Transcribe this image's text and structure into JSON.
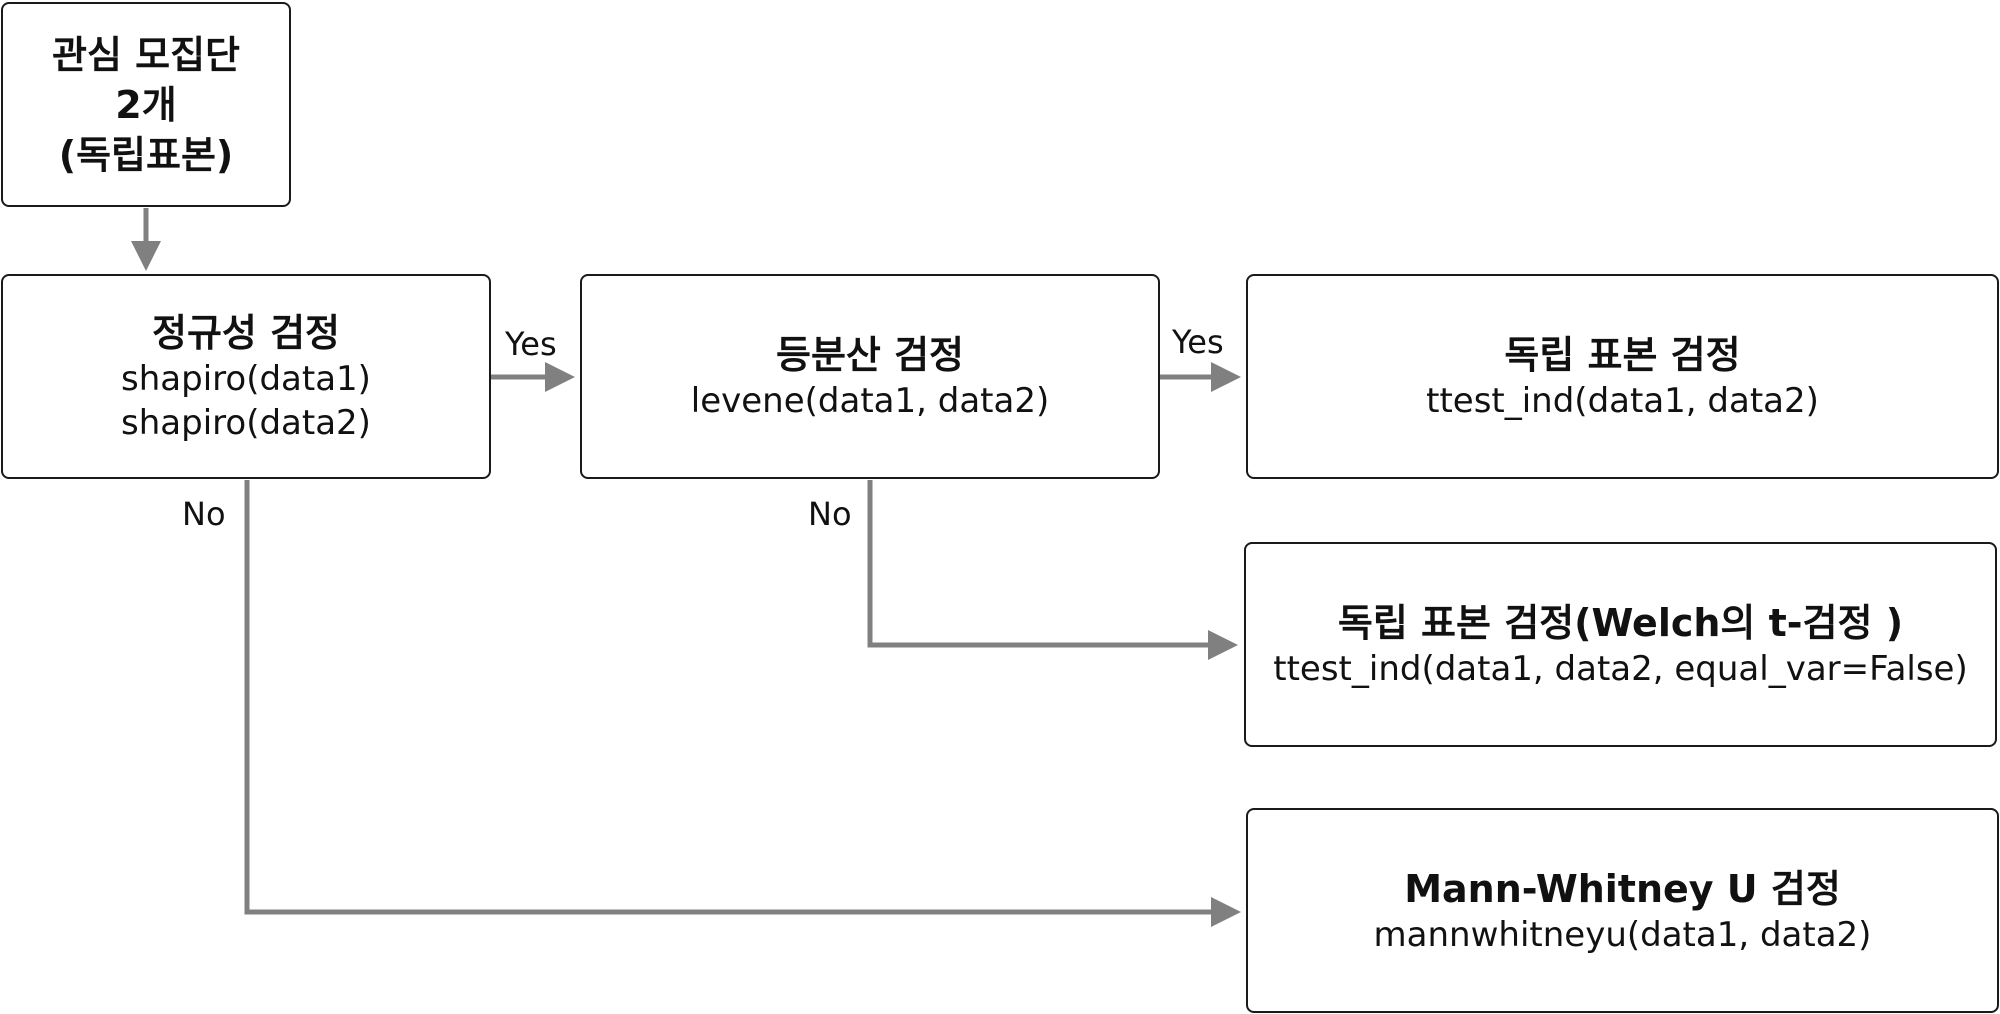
{
  "diagram": {
    "start": {
      "lines": [
        "관심 모집단",
        "2개",
        "(독립표본)"
      ]
    },
    "normality": {
      "title": "정규성 검정",
      "code_lines": [
        "shapiro(data1)",
        "shapiro(data2)"
      ]
    },
    "equal_variance": {
      "title": "등분산 검정",
      "code_lines": [
        "levene(data1, data2)"
      ]
    },
    "ttest": {
      "title": "독립 표본 검정",
      "code_lines": [
        "ttest_ind(data1, data2)"
      ]
    },
    "welch": {
      "title": "독립 표본 검정(Welch의 t-검정 )",
      "code_lines": [
        "ttest_ind(data1, data2, equal_var=False)"
      ]
    },
    "mannwhitney": {
      "title": "Mann-Whitney U 검정",
      "code_lines": [
        "mannwhitneyu(data1, data2)"
      ]
    },
    "edges": {
      "normality_yes": "Yes",
      "equal_variance_yes": "Yes",
      "normality_no": "No",
      "equal_variance_no": "No"
    },
    "colors": {
      "arrow": "#808080",
      "border": "#1a1a1a"
    }
  }
}
